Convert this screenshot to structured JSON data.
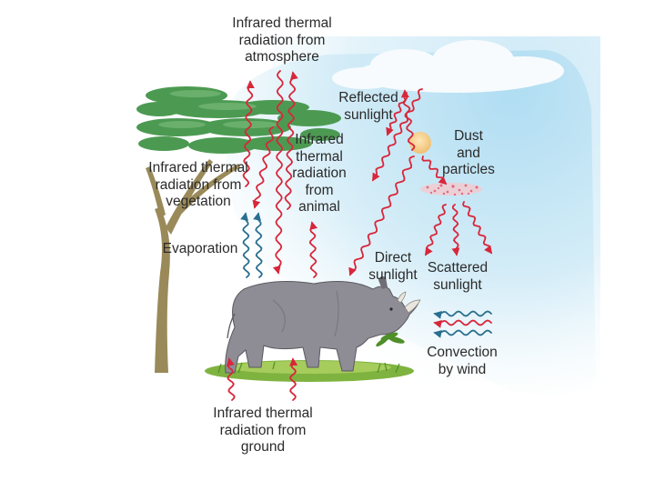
{
  "labels": {
    "ir_atmosphere": "Infrared thermal\nradiation from\natmosphere",
    "reflected": "Reflected\nsunlight",
    "ir_animal": "Infrared\nthermal\nradiation\nfrom\nanimal",
    "ir_vegetation": "Infrared thermal\nradiation from\nvegetation",
    "dust": "Dust\nand\nparticles",
    "evaporation": "Evaporation",
    "direct": "Direct\nsunlight",
    "scattered": "Scattered\nsunlight",
    "convection": "Convection\nby wind",
    "ir_ground": "Infrared thermal\nradiation from\nground"
  },
  "colors": {
    "sky": "#bfe3f3",
    "radiation": "#d8263a",
    "water": "#2a6f8f",
    "rhino": "#8e8c94",
    "foliage": "#4c9a52",
    "trunk": "#9a8a5a",
    "grass": "#7fb340",
    "sun": "#f6cf8e"
  }
}
